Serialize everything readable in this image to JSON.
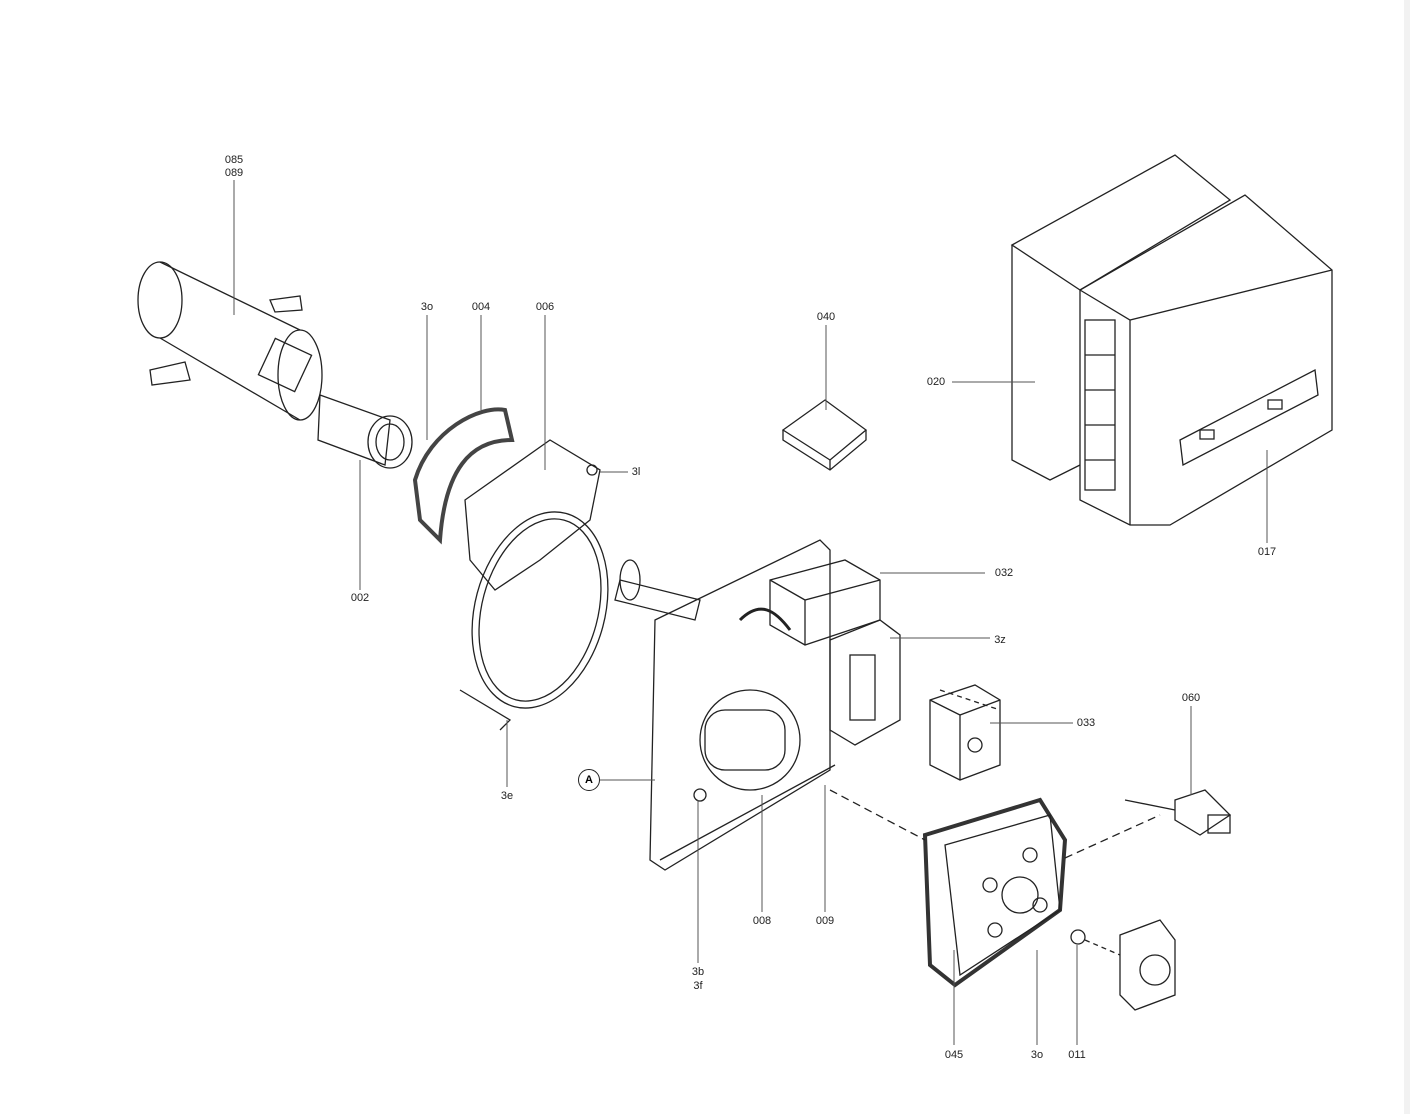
{
  "diagram": {
    "title": "Burner exploded parts view",
    "labels": {
      "p085": "085",
      "p089": "089",
      "p3o_top": "3o",
      "p004": "004",
      "p006": "006",
      "p3l": "3l",
      "p040": "040",
      "p020": "020",
      "p017": "017",
      "p002": "002",
      "p032": "032",
      "p3z": "3z",
      "p033": "033",
      "p060": "060",
      "p3e": "3e",
      "pA": "A",
      "p008": "008",
      "p009": "009",
      "p3b": "3b",
      "p3f": "3f",
      "p045": "045",
      "p3o_bottom": "3o",
      "p011": "011"
    }
  }
}
